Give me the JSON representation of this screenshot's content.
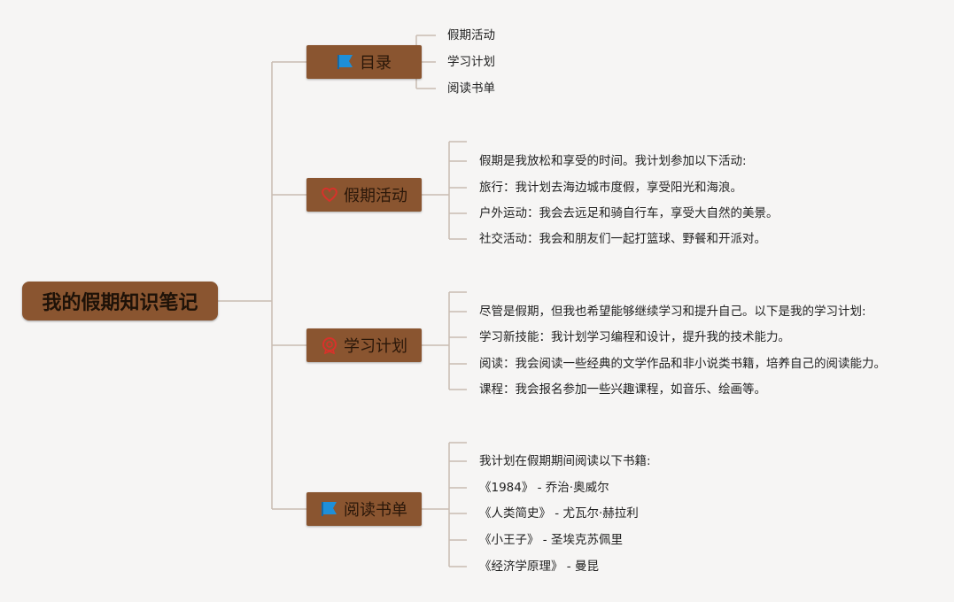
{
  "root": {
    "title": "我的假期知识笔记"
  },
  "branches": [
    {
      "label": "目录",
      "icon": "flag-icon",
      "items": [
        "假期活动",
        "学习计划",
        "阅读书单"
      ]
    },
    {
      "label": "假期活动",
      "icon": "heart-icon",
      "items": [
        "假期是我放松和享受的时间。我计划参加以下活动:",
        "旅行：我计划去海边城市度假，享受阳光和海浪。",
        "户外运动：我会去远足和骑自行车，享受大自然的美景。",
        "社交活动：我会和朋友们一起打篮球、野餐和开派对。"
      ]
    },
    {
      "label": "学习计划",
      "icon": "badge-icon",
      "items": [
        "尽管是假期，但我也希望能够继续学习和提升自己。以下是我的学习计划:",
        "学习新技能：我计划学习编程和设计，提升我的技术能力。",
        "阅读：我会阅读一些经典的文学作品和非小说类书籍，培养自己的阅读能力。",
        "课程：我会报名参加一些兴趣课程，如音乐、绘画等。"
      ]
    },
    {
      "label": "阅读书单",
      "icon": "flag-icon",
      "items": [
        "我计划在假期期间阅读以下书籍:",
        "《1984》 - 乔治·奥威尔",
        "《人类简史》 - 尤瓦尔·赫拉利",
        "《小王子》 - 圣埃克苏佩里",
        "《经济学原理》 - 曼昆"
      ]
    }
  ],
  "colors": {
    "node_fill": "#8a5530",
    "connector": "#c9bcb2",
    "flag_icon": "#1e8fd8",
    "heart_icon": "#d8322a",
    "badge_icon": "#d8322a",
    "background": "#f6f5f4"
  }
}
